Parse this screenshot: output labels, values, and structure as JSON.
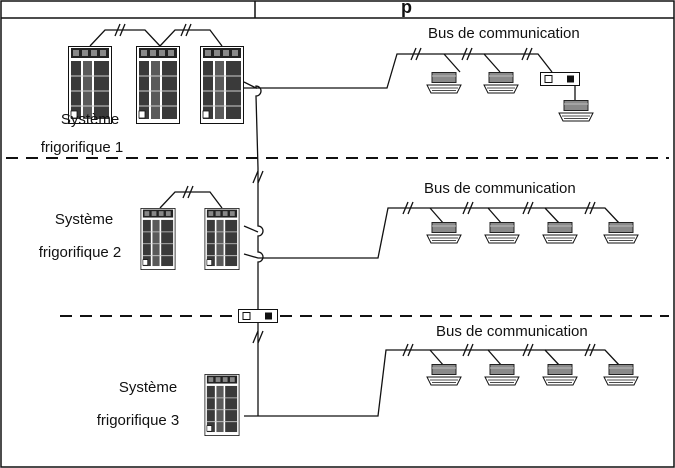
{
  "header": {
    "title_fragment": "p"
  },
  "systems": [
    {
      "label_line1": "Système",
      "label_line2": "frigorifique 1",
      "bus_label": "Bus de communication"
    },
    {
      "label_line1": "Système",
      "label_line2": "frigorifique 2",
      "bus_label": "Bus de communication"
    },
    {
      "label_line1": "Système",
      "label_line2": "frigorifique 3",
      "bus_label": "Bus de communication"
    }
  ],
  "icons": {
    "outdoor_unit": "outdoor-unit-icon",
    "indoor_unit": "cassette-indoor-unit-icon",
    "controller": "wired-controller-icon"
  }
}
